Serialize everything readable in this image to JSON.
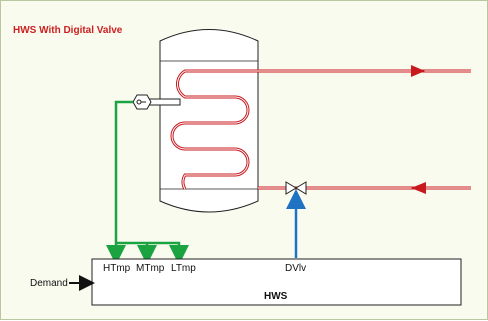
{
  "title": "HWS With Digital Valve",
  "colors": {
    "title": "#cc1f1f",
    "hot_pipe": "#c8191e",
    "green_signal": "#1aa340",
    "blue_signal": "#1f73c2",
    "tank_fill": "#ffffff",
    "background": "#fafbef"
  },
  "hws_block": {
    "name": "HWS",
    "ports": [
      "HTmp",
      "MTmp",
      "LTmp",
      "DVlv"
    ]
  },
  "demand_label": "Demand",
  "icons": [
    "temperature-sensor-icon",
    "digital-valve-icon",
    "flow-arrow-icon"
  ]
}
